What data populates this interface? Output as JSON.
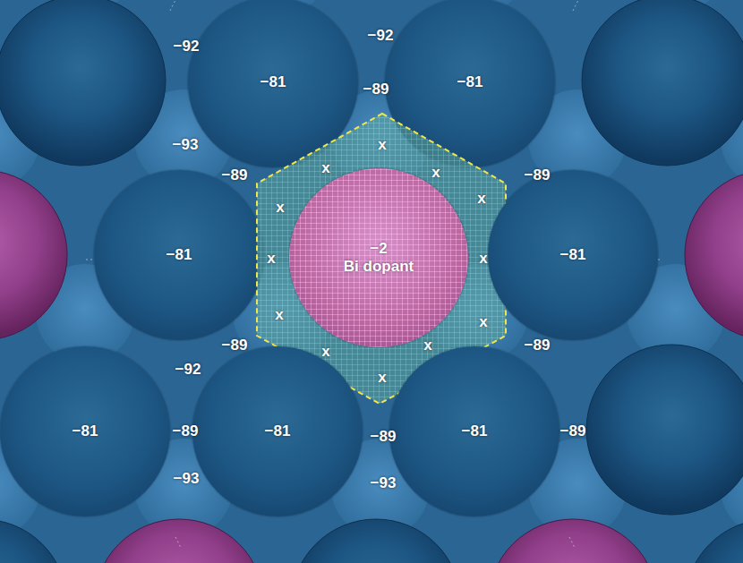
{
  "diagram": {
    "nodes": [
      {
        "text": [
          "−81"
        ]
      },
      {
        "text": [
          "−81"
        ]
      },
      {
        "text": [
          "−81"
        ]
      },
      {
        "text": [
          "x",
          "x",
          "x",
          "x",
          "x",
          "x",
          "x",
          "x",
          "x",
          "x",
          "x",
          "x"
        ]
      },
      {
        "text": [
          "−2",
          "Bi dopant"
        ],
        "in": 3
      },
      {
        "text": [
          "−81"
        ]
      },
      {
        "text": [
          "−81"
        ]
      },
      {
        "text": [
          "−81"
        ]
      },
      {
        "text": [
          "−81"
        ]
      }
    ],
    "labels": [
      "−92",
      "−92",
      "−89",
      "−93",
      "−89",
      "−89",
      "−89",
      "−89",
      "−92",
      "−89",
      "−89",
      "−89",
      "−93",
      "−93"
    ]
  }
}
